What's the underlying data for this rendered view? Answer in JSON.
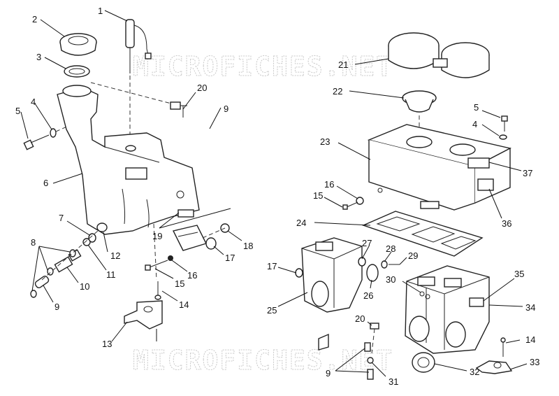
{
  "watermark": "MICROFICHES.NET",
  "callouts": [
    {
      "id": "c1",
      "label": "1"
    },
    {
      "id": "c2",
      "label": "2"
    },
    {
      "id": "c3",
      "label": "3"
    },
    {
      "id": "c4",
      "label": "4"
    },
    {
      "id": "c5",
      "label": "5"
    },
    {
      "id": "c6",
      "label": "6"
    },
    {
      "id": "c7",
      "label": "7"
    },
    {
      "id": "c8",
      "label": "8"
    },
    {
      "id": "c9",
      "label": "9"
    },
    {
      "id": "c10",
      "label": "10"
    },
    {
      "id": "c11",
      "label": "11"
    },
    {
      "id": "c12",
      "label": "12"
    },
    {
      "id": "c13",
      "label": "13"
    },
    {
      "id": "c14",
      "label": "14"
    },
    {
      "id": "c15",
      "label": "15"
    },
    {
      "id": "c16",
      "label": "16"
    },
    {
      "id": "c17",
      "label": "17"
    },
    {
      "id": "c18",
      "label": "18"
    },
    {
      "id": "c19",
      "label": "19"
    },
    {
      "id": "c20",
      "label": "20"
    },
    {
      "id": "c9b",
      "label": "9"
    },
    {
      "id": "c21",
      "label": "21"
    },
    {
      "id": "c22",
      "label": "22"
    },
    {
      "id": "c5b",
      "label": "5"
    },
    {
      "id": "c4b",
      "label": "4"
    },
    {
      "id": "c23",
      "label": "23"
    },
    {
      "id": "c37",
      "label": "37"
    },
    {
      "id": "c16b",
      "label": "16"
    },
    {
      "id": "c15b",
      "label": "15"
    },
    {
      "id": "c36",
      "label": "36"
    },
    {
      "id": "c24",
      "label": "24"
    },
    {
      "id": "c17b",
      "label": "17"
    },
    {
      "id": "c27",
      "label": "27"
    },
    {
      "id": "c28",
      "label": "28"
    },
    {
      "id": "c29",
      "label": "29"
    },
    {
      "id": "c26",
      "label": "26"
    },
    {
      "id": "c25",
      "label": "25"
    },
    {
      "id": "c30",
      "label": "30"
    },
    {
      "id": "c35",
      "label": "35"
    },
    {
      "id": "c34",
      "label": "34"
    },
    {
      "id": "c20b",
      "label": "20"
    },
    {
      "id": "c14b",
      "label": "14"
    },
    {
      "id": "c33",
      "label": "33"
    },
    {
      "id": "c9c",
      "label": "9"
    },
    {
      "id": "c31",
      "label": "31"
    },
    {
      "id": "c32",
      "label": "32"
    }
  ]
}
